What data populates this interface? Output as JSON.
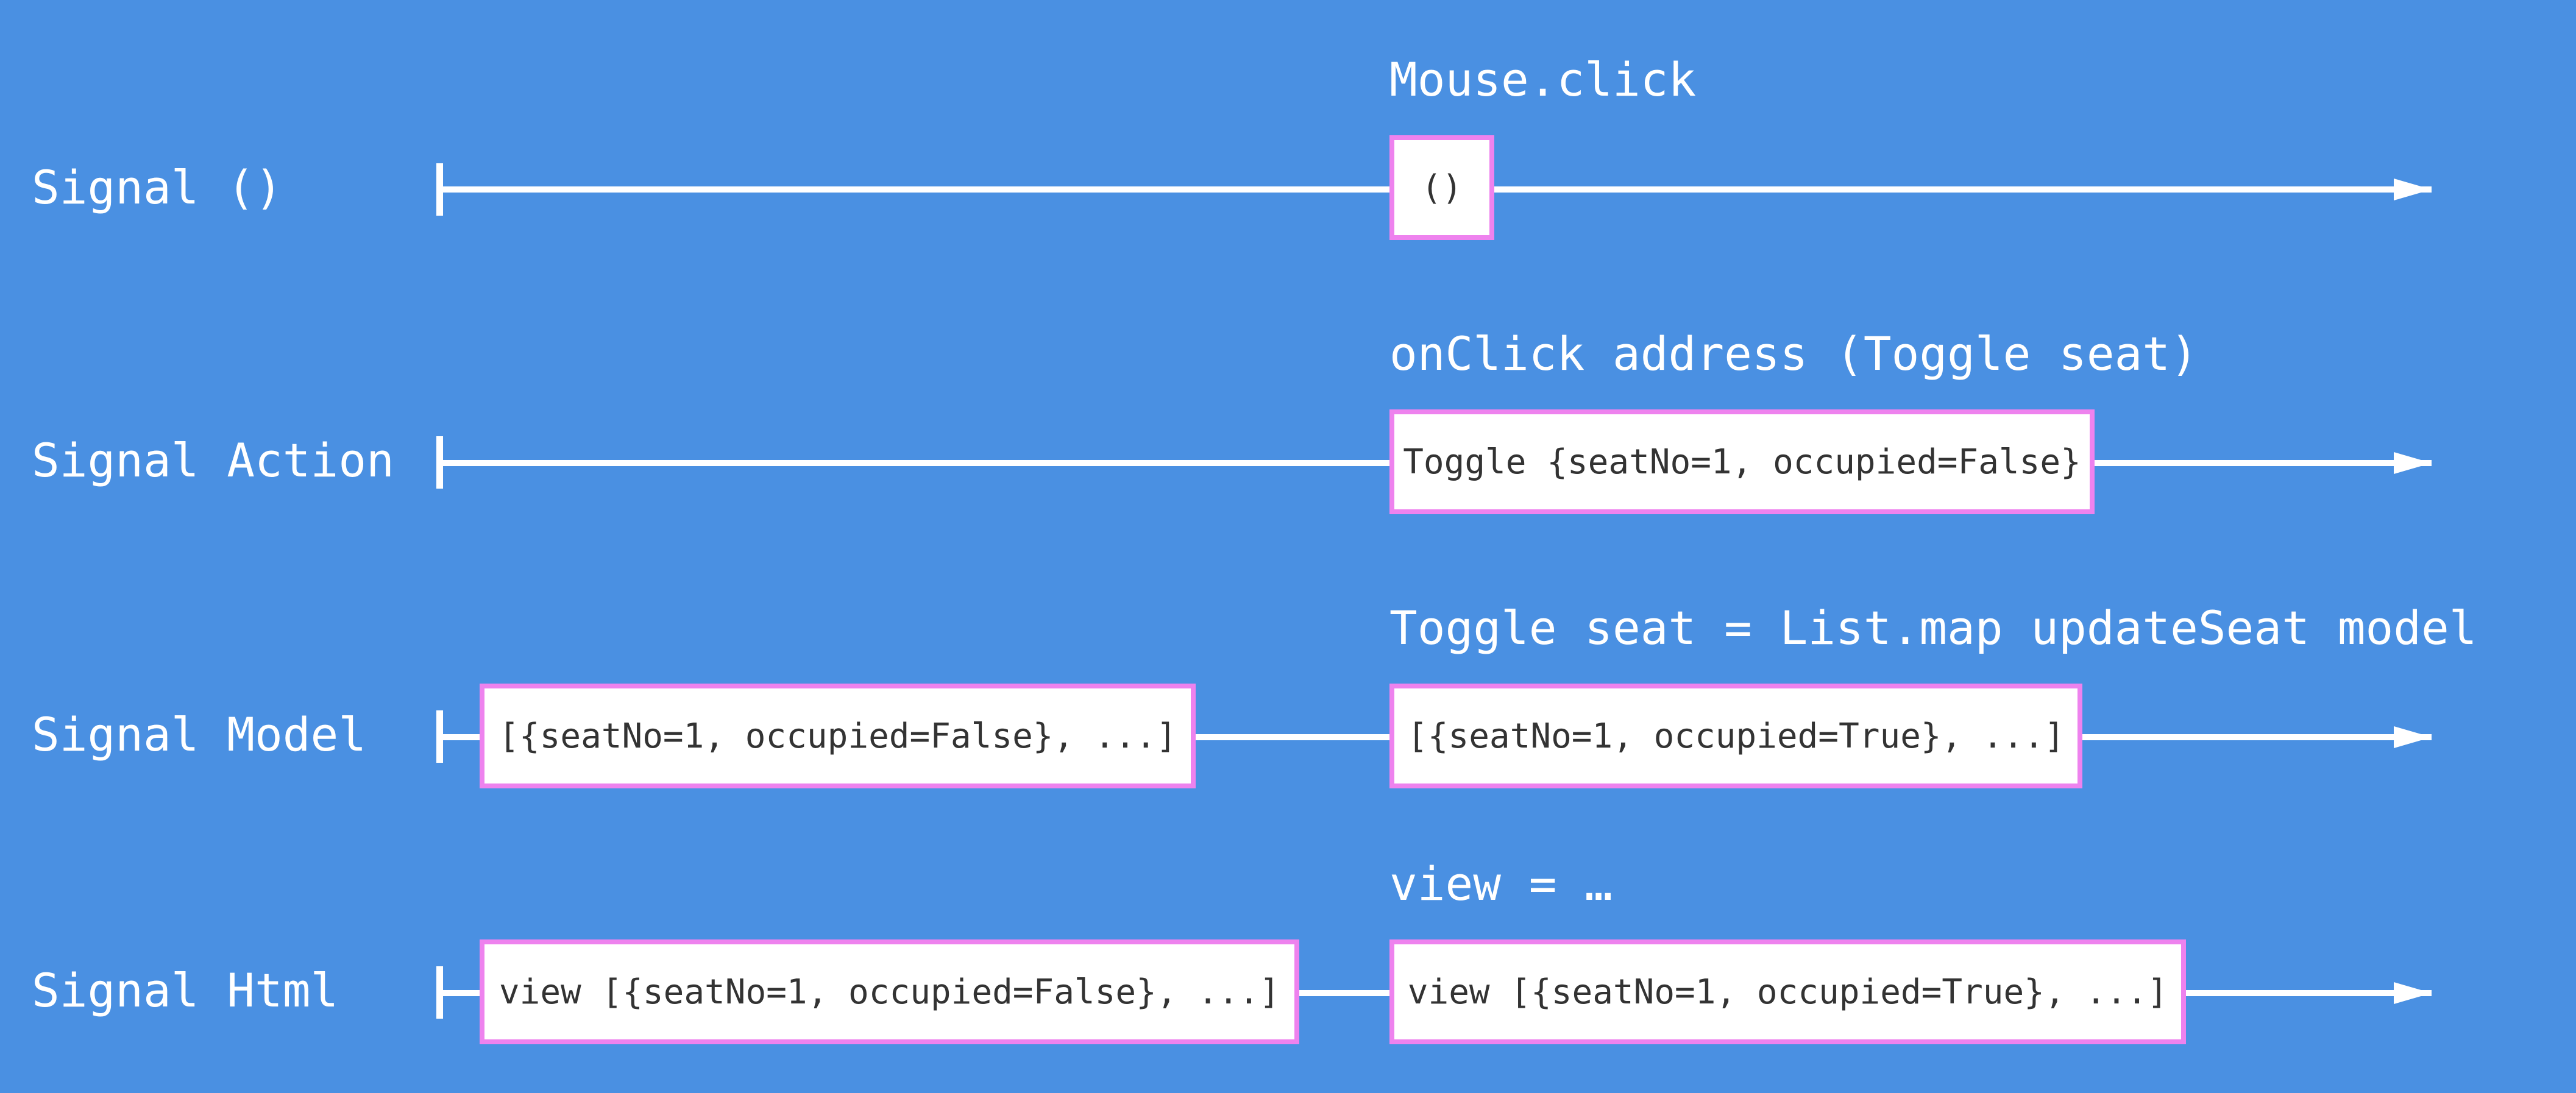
{
  "colors": {
    "background": "#4A90E2",
    "line": "#FFFFFF",
    "box_border": "#EE82EE",
    "box_fill": "#FFFFFF",
    "box_text": "#333333"
  },
  "signals": [
    {
      "label": "Signal ()",
      "annotation": "Mouse.click",
      "events": [
        "()"
      ]
    },
    {
      "label": "Signal Action",
      "annotation": "onClick address (Toggle seat)",
      "events": [
        "Toggle {seatNo=1, occupied=False}"
      ]
    },
    {
      "label": "Signal Model",
      "annotation": "Toggle seat = List.map updateSeat model",
      "events": [
        "[{seatNo=1, occupied=False}, ...]",
        "[{seatNo=1, occupied=True}, ...]"
      ]
    },
    {
      "label": "Signal Html",
      "annotation": "view = …",
      "events": [
        "view [{seatNo=1, occupied=False}, ...]",
        "view [{seatNo=1, occupied=True}, ...]"
      ]
    }
  ]
}
